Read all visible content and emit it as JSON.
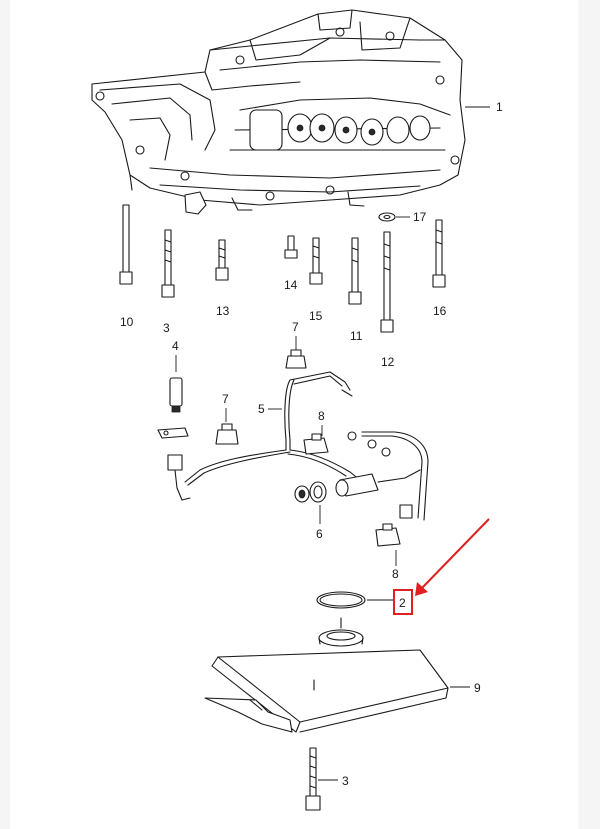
{
  "diagram": {
    "callouts": [
      {
        "id": "c1",
        "text": "1"
      },
      {
        "id": "c10",
        "text": "10"
      },
      {
        "id": "c3a",
        "text": "3"
      },
      {
        "id": "c13",
        "text": "13"
      },
      {
        "id": "c14",
        "text": "14"
      },
      {
        "id": "c15",
        "text": "15"
      },
      {
        "id": "c11",
        "text": "11"
      },
      {
        "id": "c17",
        "text": "17"
      },
      {
        "id": "c12",
        "text": "12"
      },
      {
        "id": "c16",
        "text": "16"
      },
      {
        "id": "c4",
        "text": "4"
      },
      {
        "id": "c7a",
        "text": "7"
      },
      {
        "id": "c7b",
        "text": "7"
      },
      {
        "id": "c5",
        "text": "5"
      },
      {
        "id": "c8a",
        "text": "8"
      },
      {
        "id": "c6",
        "text": "6"
      },
      {
        "id": "c8b",
        "text": "8"
      },
      {
        "id": "c2",
        "text": "2"
      },
      {
        "id": "c9",
        "text": "9"
      },
      {
        "id": "c3b",
        "text": "3"
      }
    ],
    "highlight": {
      "callout": "2",
      "box_color": "#e02020",
      "arrow_color": "#e02020"
    }
  }
}
